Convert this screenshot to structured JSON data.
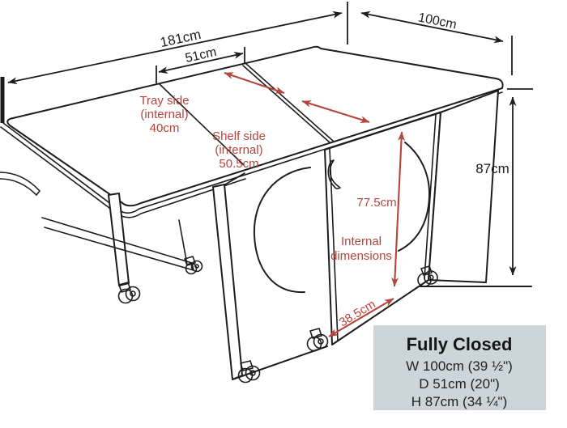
{
  "figure": {
    "type": "product-dimension-diagram",
    "subject": "fold-out gateleg table shown fully open on casters",
    "colors": {
      "line": "#1d1d1d",
      "accent_red": "#b5463d",
      "infobox_bg": "#ccd6d8",
      "background": "#ffffff"
    },
    "dimensions": {
      "length": "181cm",
      "center_section": "51cm",
      "depth": "100cm",
      "height": "87cm"
    },
    "internal": {
      "tray": [
        "Tray side",
        "(internal)",
        "40cm"
      ],
      "shelf": [
        "Shelf side",
        "(internal)",
        "50.5cm"
      ],
      "height": "77.5cm",
      "caption": [
        "Internal",
        "dimensions"
      ],
      "depth": "38.5cm"
    },
    "info_box": {
      "title": "Fully Closed",
      "rows": [
        "W 100cm (39 ½\")",
        "D 51cm (20\")",
        "H 87cm (34 ¼\")"
      ]
    }
  }
}
